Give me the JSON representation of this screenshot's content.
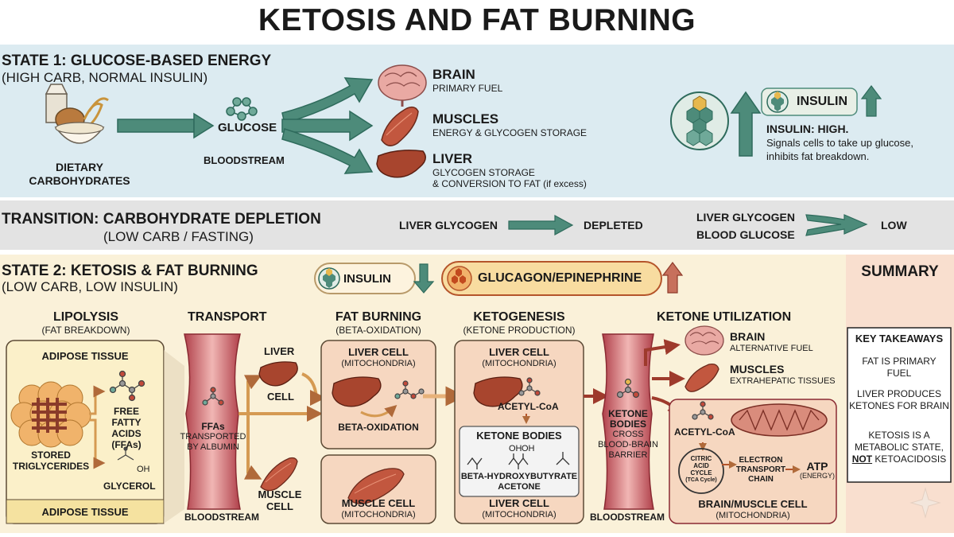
{
  "title": "KETOSIS AND FAT BURNING",
  "state1": {
    "heading": "STATE 1: GLUCOSE-BASED ENERGY",
    "subheading": "(HIGH CARB, NORMAL INSULIN)",
    "dietary": "DIETARY CARBOHYDRATES",
    "glucose": "GLUCOSE",
    "bloodstream": "BLOODSTREAM",
    "targets": [
      {
        "name": "BRAIN",
        "desc": "PRIMARY FUEL",
        "desc2": ""
      },
      {
        "name": "MUSCLES",
        "desc": "ENERGY & GLYCOGEN STORAGE",
        "desc2": ""
      },
      {
        "name": "LIVER",
        "desc": "GLYCOGEN STORAGE",
        "desc2": "& CONVERSION TO FAT (if excess)"
      }
    ],
    "insulin_label": "INSULIN",
    "insulin_status": "INSULIN: HIGH.",
    "insulin_desc1": "Signals cells to take up glucose,",
    "insulin_desc2": "inhibits fat breakdown."
  },
  "transition": {
    "heading": "TRANSITION: CARBOHYDRATE DEPLETION",
    "subheading": "(LOW CARB / FASTING)",
    "liver_glycogen": "LIVER GLYCOGEN",
    "depleted": "DEPLETED",
    "liver_glycogen2": "LIVER GLYCOGEN",
    "blood_glucose": "BLOOD GLUCOSE",
    "low": "LOW"
  },
  "state2": {
    "heading": "STATE 2: KETOSIS & FAT BURNING",
    "subheading": "(LOW CARB, LOW INSULIN)",
    "insulin_pill": "INSULIN",
    "glucagon_pill": "GLUCAGON/EPINEPHRINE",
    "lipolysis": {
      "heading": "LIPOLYSIS",
      "sub": "(FAT BREAKDOWN)",
      "adipose_top": "ADIPOSE TISSUE",
      "adipose_bottom": "ADIPOSE TISSUE",
      "stored1": "STORED",
      "stored2": "TRIGLYCERIDES",
      "ffa1": "FREE",
      "ffa2": "FATTY ACIDS",
      "ffa3": "(FFAs)",
      "glycerol": "GLYCEROL",
      "oh": "OH"
    },
    "transport": {
      "heading": "TRANSPORT",
      "ffas": "FFAs",
      "ffas_desc1": "TRANSPORTED",
      "ffas_desc2": "BY ALBUMIN",
      "bloodstream": "BLOODSTREAM",
      "liver": "LIVER",
      "cell": "CELL",
      "muscle": "MUSCLE",
      "muscle_cell": "CELL"
    },
    "fat_burning": {
      "heading": "FAT BURNING",
      "sub": "(BETA-OXIDATION)",
      "liver_cell": "LIVER CELL",
      "mito": "(MITOCHONDRIA)",
      "beta": "BETA-OXIDATION",
      "muscle_cell": "MUSCLE CELL",
      "muscle_mito": "(MITOCHONDRIA)"
    },
    "ketogenesis": {
      "heading": "KETOGENESIS",
      "sub": "(KETONE PRODUCTION)",
      "liver_cell": "LIVER CELL",
      "mito": "(MITOCHONDRIA)",
      "acetyl": "ACETYL-CoA",
      "ketone_bodies": "KETONE BODIES",
      "oh1": "OH",
      "oh2": "OH",
      "bhb": "BETA-HYDROXYBUTYRATE",
      "acetone": "ACETONE",
      "bottom_cell": "LIVER CELL",
      "bottom_mito": "(MITOCHONDRIA)"
    },
    "ketone_transport": {
      "l1": "KETONE",
      "l2": "BODIES",
      "l3": "CROSS",
      "l4": "BLOOD-BRAIN",
      "l5": "BARRIER",
      "bloodstream": "BLOODSTREAM"
    },
    "utilization": {
      "heading": "KETONE UTILIZATION",
      "brain": "BRAIN",
      "brain_desc": "ALTERNATIVE FUEL",
      "muscles": "MUSCLES",
      "muscles_desc": "EXTRAHEPATIC TISSUES",
      "acetyl": "ACETYL-CoA",
      "citric1": "CITRIC",
      "citric2": "ACID",
      "citric3": "CYCLE",
      "citric4": "(TCA Cycle)",
      "etc1": "ELECTRON",
      "etc2": "TRANSPORT",
      "etc3": "CHAIN",
      "atp": "ATP",
      "atp_sub": "(ENERGY)",
      "cell": "BRAIN/MUSCLE CELL",
      "cell_mito": "(MITOCHONDRIA)"
    }
  },
  "summary": {
    "heading": "SUMMARY",
    "box_title": "KEY TAKEAWAYS",
    "p1a": "FAT IS PRIMARY",
    "p1b": "FUEL",
    "p2a": "LIVER PRODUCES",
    "p2b": "KETONES FOR BRAIN",
    "p3a": "KETOSIS IS A",
    "p3b": "METABOLIC STATE,",
    "p3c_bold": "NOT",
    "p3c_rest": " KETOACIDOSIS"
  },
  "colors": {
    "teal": "#4d8b7a",
    "tealdark": "#2e6b5c",
    "blood": "#c9585f",
    "liver": "#a8452e",
    "arrow_orange": "#e0a15c",
    "arrow_dark": "#9e3a2c"
  }
}
